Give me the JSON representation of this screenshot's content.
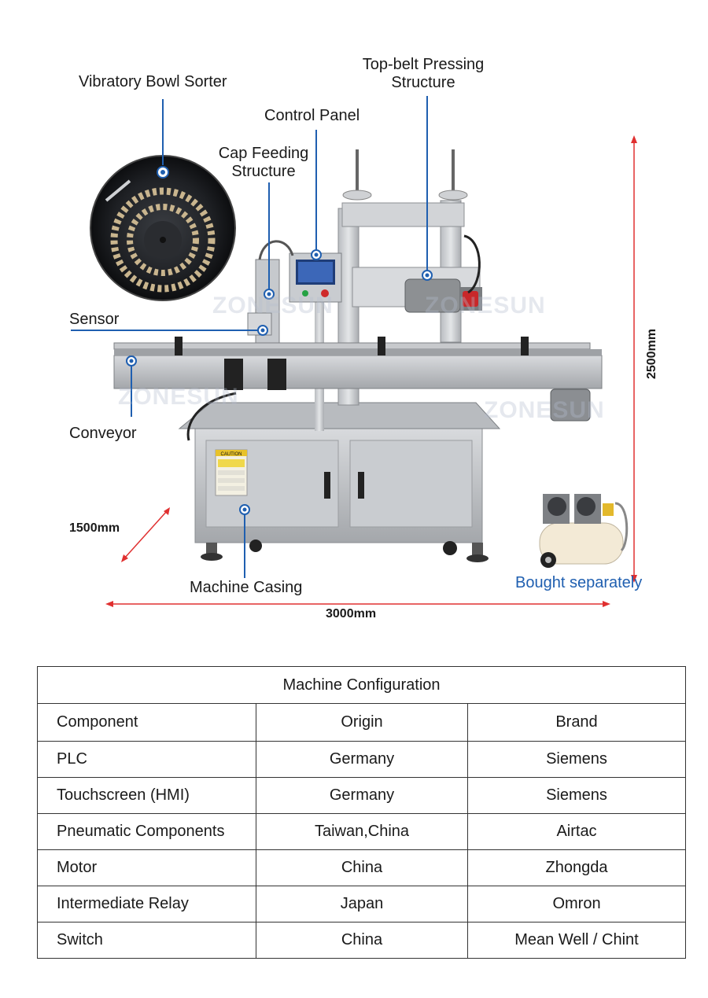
{
  "callouts": {
    "vibratory_bowl_sorter": "Vibratory Bowl Sorter",
    "top_belt_line1": "Top-belt Pressing",
    "top_belt_line2": "Structure",
    "control_panel": "Control Panel",
    "cap_feeding_line1": "Cap Feeding",
    "cap_feeding_line2": "Structure",
    "sensor": "Sensor",
    "conveyor": "Conveyor",
    "machine_casing": "Machine Casing",
    "bought_separately": "Bought separately"
  },
  "dimensions": {
    "height": "2500mm",
    "depth": "1500mm",
    "width": "3000mm"
  },
  "watermark": "ZONESUN",
  "caution_label": "CAUTION",
  "colors": {
    "callout_line": "#1f5fb0",
    "dimension_arrow": "#e03030",
    "bought_separately_text": "#1f5fb0"
  },
  "table": {
    "title": "Machine Configuration",
    "headers": [
      "Component",
      "Origin",
      "Brand"
    ],
    "rows": [
      [
        "PLC",
        "Germany",
        "Siemens"
      ],
      [
        "Touchscreen (HMI)",
        "Germany",
        "Siemens"
      ],
      [
        "Pneumatic Components",
        "Taiwan,China",
        "Airtac"
      ],
      [
        "Motor",
        "China",
        "Zhongda"
      ],
      [
        "Intermediate Relay",
        "Japan",
        "Omron"
      ],
      [
        "Switch",
        "China",
        "Mean Well / Chint"
      ]
    ]
  }
}
